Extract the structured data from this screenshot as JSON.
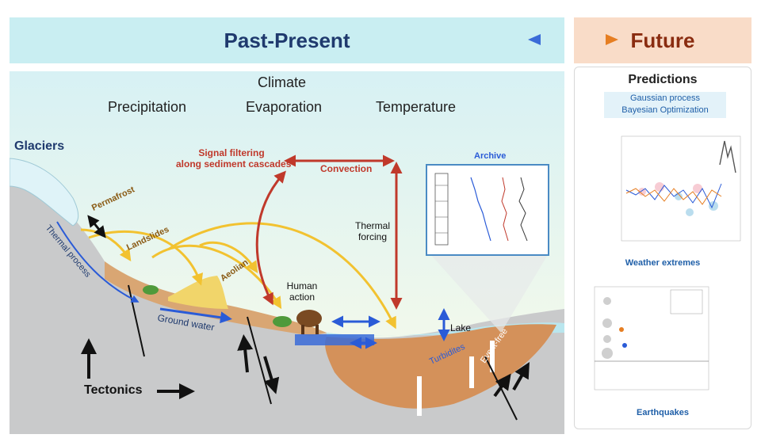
{
  "header": {
    "past_present": "Past-Present",
    "future": "Future"
  },
  "climate": {
    "title": "Climate",
    "precipitation": "Precipitation",
    "evaporation": "Evaporation",
    "temperature": "Temperature"
  },
  "labels": {
    "glaciers": "Glaciers",
    "permafrost": "Permafrost",
    "thermal_process": "Thermal process",
    "landslides": "Landslides",
    "aeolian": "Aeolian",
    "ground_water": "Ground water",
    "human_action": "Human action",
    "signal_filtering_line1": "Signal filtering",
    "signal_filtering_line2": "along sediment cascades",
    "convection": "Convection",
    "thermal_forcing_line1": "Thermal",
    "thermal_forcing_line2": "forcing",
    "archive": "Archive",
    "lake": "Lake",
    "turbidites": "Turbidites",
    "event_free": "Event-free",
    "tectonics": "Tectonics"
  },
  "predictions": {
    "title": "Predictions",
    "method_line1": "Gaussian process",
    "method_line2": "Bayesian Optimization",
    "weather_extremes": "Weather extremes",
    "earthquakes": "Earthquakes"
  },
  "colors": {
    "banner_past": "#c9eef2",
    "banner_future": "#f9dcc8",
    "title_past": "#1f3a6e",
    "title_future": "#8a2c10",
    "red_arrow": "#c0392b",
    "yellow_arrow": "#f2c230",
    "blue_arrow": "#2a5bd7",
    "sediment": "#d4915a",
    "water": "#b9e6ee"
  }
}
